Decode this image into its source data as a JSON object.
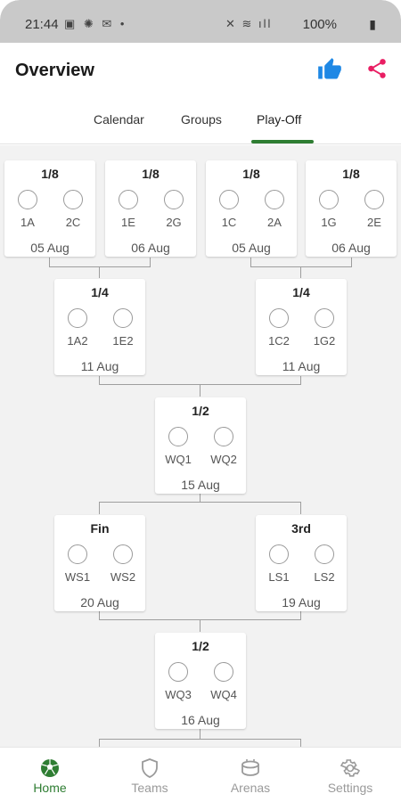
{
  "status_bar": {
    "time": "21:44",
    "battery": "100%"
  },
  "header": {
    "title": "Overview"
  },
  "tabs": [
    {
      "label": "Calendar"
    },
    {
      "label": "Groups"
    },
    {
      "label": "Play-Off"
    }
  ],
  "colors": {
    "accent_green": "#2e7d32",
    "like_blue": "#1e88e5",
    "share_red": "#e91e63"
  },
  "bracket": {
    "r16": [
      {
        "round": "1/8",
        "home": "1A",
        "away": "2C",
        "date": "05 Aug"
      },
      {
        "round": "1/8",
        "home": "1E",
        "away": "2G",
        "date": "06 Aug"
      },
      {
        "round": "1/8",
        "home": "1C",
        "away": "2A",
        "date": "05 Aug"
      },
      {
        "round": "1/8",
        "home": "1G",
        "away": "2E",
        "date": "06 Aug"
      }
    ],
    "qf": [
      {
        "round": "1/4",
        "home": "1A2",
        "away": "1E2",
        "date": "11 Aug"
      },
      {
        "round": "1/4",
        "home": "1C2",
        "away": "1G2",
        "date": "11 Aug"
      }
    ],
    "sf1": {
      "round": "1/2",
      "home": "WQ1",
      "away": "WQ2",
      "date": "15 Aug"
    },
    "final": {
      "round": "Fin",
      "home": "WS1",
      "away": "WS2",
      "date": "20 Aug"
    },
    "third": {
      "round": "3rd",
      "home": "LS1",
      "away": "LS2",
      "date": "19 Aug"
    },
    "sf2": {
      "round": "1/2",
      "home": "WQ3",
      "away": "WQ4",
      "date": "16 Aug"
    }
  },
  "bottom_nav": [
    {
      "label": "Home",
      "icon": "soccer-ball-icon"
    },
    {
      "label": "Teams",
      "icon": "shield-icon"
    },
    {
      "label": "Arenas",
      "icon": "arena-icon"
    },
    {
      "label": "Settings",
      "icon": "gear-icon"
    }
  ]
}
